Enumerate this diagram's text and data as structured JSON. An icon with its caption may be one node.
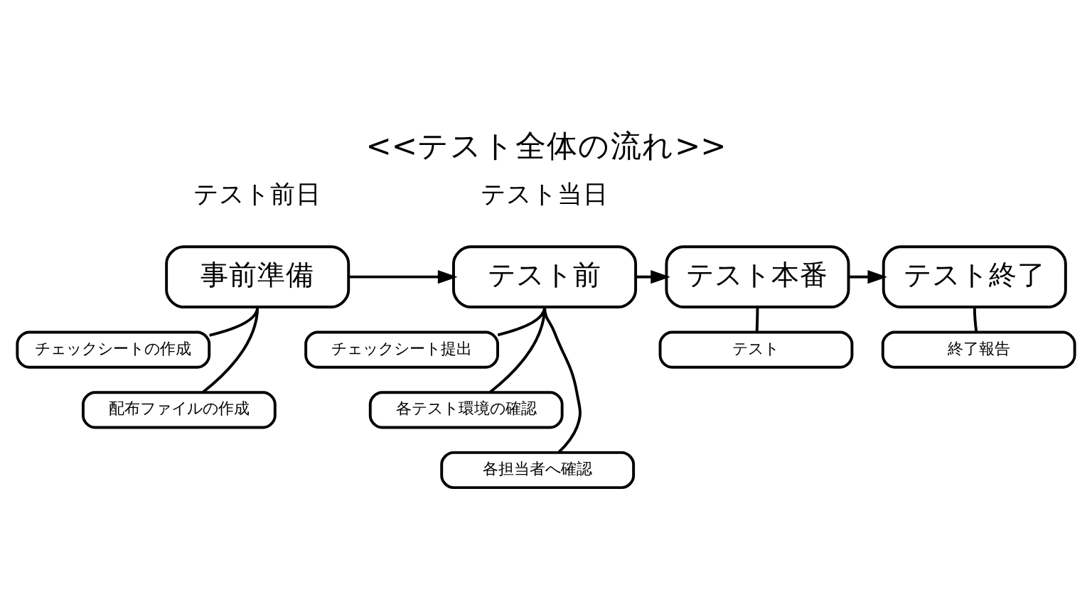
{
  "diagram": {
    "title": "<<テスト全体の流れ>>",
    "nodes": [
      {
        "text": [
          "事前準備"
        ]
      },
      {
        "text": [
          "チェックシートの作成"
        ]
      },
      {
        "text": [
          "配布ファイルの作成"
        ]
      },
      {
        "text": [
          "テスト前"
        ]
      },
      {
        "text": [
          "チェックシート提出"
        ]
      },
      {
        "text": [
          "各テスト環境の確認"
        ]
      },
      {
        "text": [
          "各担当者へ確認"
        ]
      },
      {
        "text": [
          "テスト本番"
        ]
      },
      {
        "text": [
          "テスト"
        ]
      },
      {
        "text": [
          "テスト終了"
        ]
      },
      {
        "text": [
          "終了報告"
        ]
      }
    ],
    "edges": [
      {
        "from": 0,
        "to": 3,
        "arrow": "to"
      },
      {
        "from": 3,
        "to": 7,
        "arrow": "to"
      },
      {
        "from": 7,
        "to": 9,
        "arrow": "to"
      },
      {
        "from": 0,
        "to": 1,
        "arrow": "none"
      },
      {
        "from": 0,
        "to": 2,
        "arrow": "none"
      },
      {
        "from": 3,
        "to": 4,
        "arrow": "none"
      },
      {
        "from": 3,
        "to": 5,
        "arrow": "none"
      },
      {
        "from": 3,
        "to": 6,
        "arrow": "none"
      },
      {
        "from": 7,
        "to": 8,
        "arrow": "none"
      },
      {
        "from": 9,
        "to": 10,
        "arrow": "none"
      }
    ],
    "labels": [
      "テスト前日",
      "テスト当日"
    ]
  }
}
